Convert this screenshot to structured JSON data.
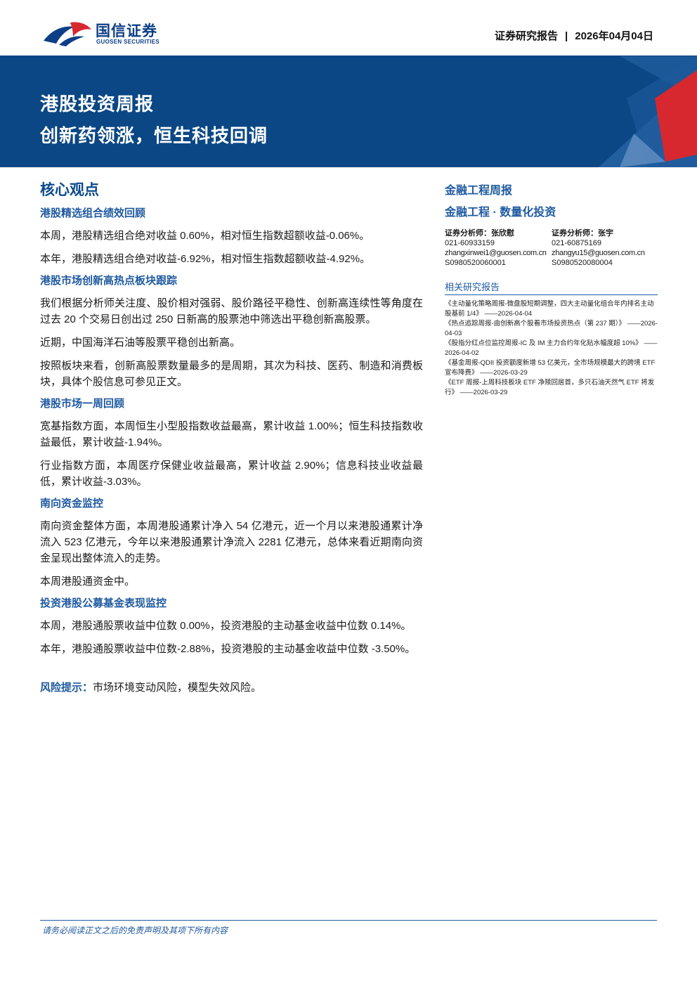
{
  "header": {
    "logo_cn": "国信证券",
    "logo_en": "GUOSEN SECURITIES",
    "report_type": "证券研究报告",
    "separator": "|",
    "date": "2026年04月04日"
  },
  "banner": {
    "title": "港股投资周报",
    "subtitle": "创新药领涨，恒生科技回调"
  },
  "main": {
    "core_title": "核心观点",
    "sections": [
      {
        "title": "港股精选组合绩效回顾",
        "paragraphs": [
          "本周，港股精选组合绝对收益 0.60%，相对恒生指数超额收益-0.06%。",
          "本年，港股精选组合绝对收益-6.92%，相对恒生指数超额收益-4.92%。"
        ]
      },
      {
        "title": "港股市场创新高热点板块跟踪",
        "paragraphs": [
          "我们根据分析师关注度、股价相对强弱、股价路径平稳性、创新高连续性等角度在过去 20 个交易日创出过 250 日新高的股票池中筛选出平稳创新高股票。",
          "近期，中国海洋石油等股票平稳创出新高。",
          "按照板块来看，创新高股票数量最多的是周期，其次为科技、医药、制造和消费板块，具体个股信息可参见正文。"
        ]
      },
      {
        "title": "港股市场一周回顾",
        "paragraphs": [
          "宽基指数方面，本周恒生小型股指数收益最高，累计收益 1.00%；恒生科技指数收益最低，累计收益-1.94%。",
          "行业指数方面，本周医疗保健业收益最高，累计收益 2.90%；信息科技业收益最低，累计收益-3.03%。"
        ]
      },
      {
        "title": "南向资金监控",
        "paragraphs": [
          "南向资金整体方面，本周港股通累计净入 54 亿港元，近一个月以来港股通累计净流入 523 亿港元，今年以来港股通累计净流入 2281 亿港元，总体来看近期南向资金呈现出整体流入的走势。",
          "本周港股通资金中。"
        ]
      },
      {
        "title": "投资港股公募基金表现监控",
        "paragraphs": [
          "本周，港股通股票收益中位数 0.00%，投资港股的主动基金收益中位数 0.14%。",
          "本年，港股通股票收益中位数-2.88%，投资港股的主动基金收益中位数 -3.50%。"
        ]
      }
    ],
    "risk_label": "风险提示：",
    "risk_text": "市场环境变动风险，模型失效风险。"
  },
  "sidebar": {
    "category1": "金融工程周报",
    "category2": "金融工程 · 数量化投资",
    "analysts": [
      {
        "role": "证券分析师：",
        "name": "张欣慰",
        "phone": "021-60933159",
        "email": "zhangxinwei1@guosen.com.cn",
        "cert": "S0980520060001"
      },
      {
        "role": "证券分析师：",
        "name": "张宇",
        "phone": "021-60875169",
        "email": "zhangyu15@guosen.com.cn",
        "cert": "S0980520080004"
      }
    ],
    "related_title": "相关研究报告",
    "related": [
      {
        "title": "《主动量化策略周报-微盘股短期调整，四大主动量化组合年内排名主动股基前 1/4》",
        "date": "——2026-04-04"
      },
      {
        "title": "《热点追踪周报-由创新高个股看市场投资热点（第 237 期）》",
        "date": "——2026-04-03"
      },
      {
        "title": "《股指分红点位监控周报-IC 及 IM 主力合约年化贴水幅度超 10%》",
        "date": "——2026-04-02"
      },
      {
        "title": "《基金周报-QDII 投资额度新增 53 亿美元，全市场规模最大的跨境 ETF 宣布降费》",
        "date": "——2026-03-29"
      },
      {
        "title": "《ETF 周报-上周科技板块 ETF 净赎回居首，多只石油天然气 ETF 将发行》",
        "date": "——2026-03-29"
      }
    ]
  },
  "footer": {
    "disclaimer": "请务必阅读正文之后的免责声明及其项下所有内容"
  },
  "colors": {
    "brand_blue": "#0b4784",
    "heading_blue": "#1f5aa0",
    "brand_red": "#d7282f"
  }
}
